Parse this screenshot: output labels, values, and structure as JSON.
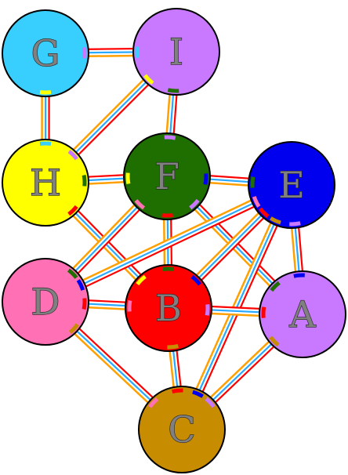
{
  "nodes": [
    {
      "id": "G",
      "label": "G",
      "color": "#38cfff"
    },
    {
      "id": "I",
      "label": "I",
      "color": "#c879ff"
    },
    {
      "id": "H",
      "label": "H",
      "color": "#ffff00"
    },
    {
      "id": "F",
      "label": "F",
      "color": "#1e6e00"
    },
    {
      "id": "E",
      "label": "E",
      "color": "#0000ee"
    },
    {
      "id": "D",
      "label": "D",
      "color": "#ff70b4"
    },
    {
      "id": "B",
      "label": "B",
      "color": "#ff0000"
    },
    {
      "id": "A",
      "label": "A",
      "color": "#c879ff"
    },
    {
      "id": "C",
      "label": "C",
      "color": "#c88c00"
    }
  ],
  "edges": [
    {
      "from": "G",
      "to": "I"
    },
    {
      "from": "G",
      "to": "H"
    },
    {
      "from": "I",
      "to": "H"
    },
    {
      "from": "I",
      "to": "F"
    },
    {
      "from": "H",
      "to": "F"
    },
    {
      "from": "H",
      "to": "B"
    },
    {
      "from": "F",
      "to": "E"
    },
    {
      "from": "F",
      "to": "D"
    },
    {
      "from": "F",
      "to": "B"
    },
    {
      "from": "F",
      "to": "A"
    },
    {
      "from": "E",
      "to": "D"
    },
    {
      "from": "E",
      "to": "B"
    },
    {
      "from": "E",
      "to": "A"
    },
    {
      "from": "E",
      "to": "C"
    },
    {
      "from": "D",
      "to": "B"
    },
    {
      "from": "D",
      "to": "C"
    },
    {
      "from": "B",
      "to": "A"
    },
    {
      "from": "B",
      "to": "C"
    },
    {
      "from": "A",
      "to": "C"
    }
  ],
  "edge_colors": [
    "#ff0000",
    "#ffffff",
    "#29a8ff",
    "#ffffff",
    "#ffa000"
  ]
}
